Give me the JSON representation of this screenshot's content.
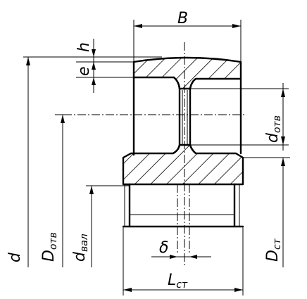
{
  "labels": {
    "B": "B",
    "h": "h",
    "e": "e",
    "d": "d",
    "D_otv_main": "D",
    "D_otv_sub": "отв",
    "d_otv_main": "d",
    "d_otv_sub": "отв",
    "d_val_main": "d",
    "d_val_sub": "вал",
    "delta": "δ",
    "D_st_main": "D",
    "D_st_sub": "ст",
    "L_st_main": "L",
    "L_st_sub": "ст"
  }
}
